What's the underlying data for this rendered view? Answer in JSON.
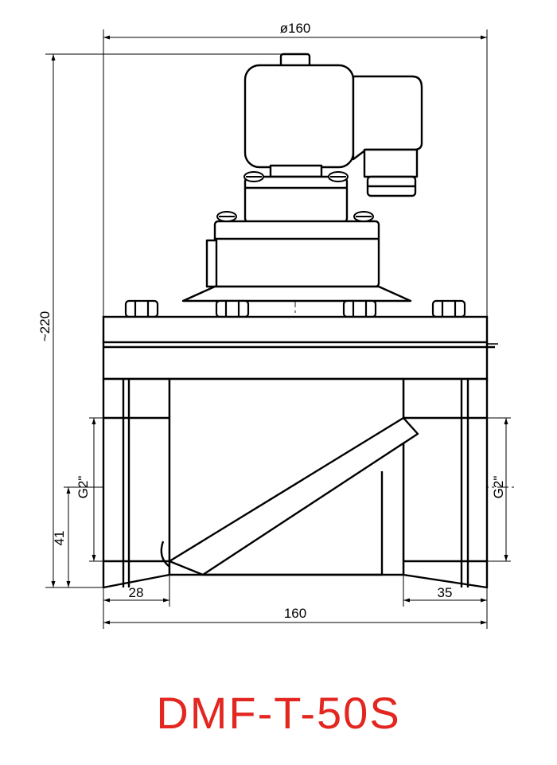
{
  "dimensions": {
    "top_diameter": "ø160",
    "total_height": "~220",
    "left_port_thread": "G2\"",
    "right_port_thread": "G2\"",
    "port_axis_height": "41",
    "left_port_length": "28",
    "right_port_length": "35",
    "body_width": "160"
  },
  "model_name": "DMF-T-50S",
  "colors": {
    "line": "#000000",
    "title": "#e32620"
  }
}
